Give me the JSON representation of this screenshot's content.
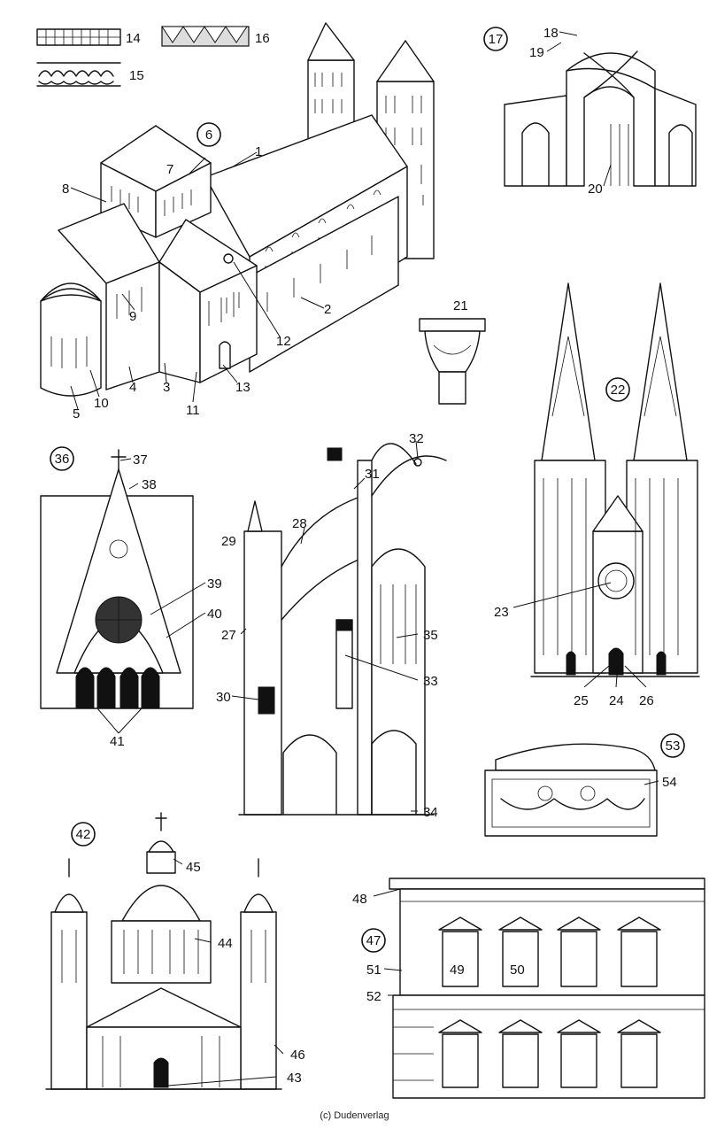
{
  "credit": "(c) Dudenverlag",
  "labels": {
    "n1": "1",
    "n2": "2",
    "n3": "3",
    "n4": "4",
    "n5": "5",
    "n6": "6",
    "n7": "7",
    "n8": "8",
    "n9": "9",
    "n10": "10",
    "n11": "11",
    "n12": "12",
    "n13": "13",
    "n14": "14",
    "n15": "15",
    "n16": "16",
    "n17": "17",
    "n18": "18",
    "n19": "19",
    "n20": "20",
    "n21": "21",
    "n22": "22",
    "n23": "23",
    "n24": "24",
    "n25": "25",
    "n26": "26",
    "n27": "27",
    "n28": "28",
    "n29": "29",
    "n30": "30",
    "n31": "31",
    "n32": "32",
    "n33": "33",
    "n34": "34",
    "n35": "35",
    "n36": "36",
    "n37": "37",
    "n38": "38",
    "n39": "39",
    "n40": "40",
    "n41": "41",
    "n42": "42",
    "n43": "43",
    "n44": "44",
    "n45": "45",
    "n46": "46",
    "n47": "47",
    "n48": "48",
    "n49": "49",
    "n50": "50",
    "n51": "51",
    "n52": "52",
    "n53": "53",
    "n54": "54"
  }
}
